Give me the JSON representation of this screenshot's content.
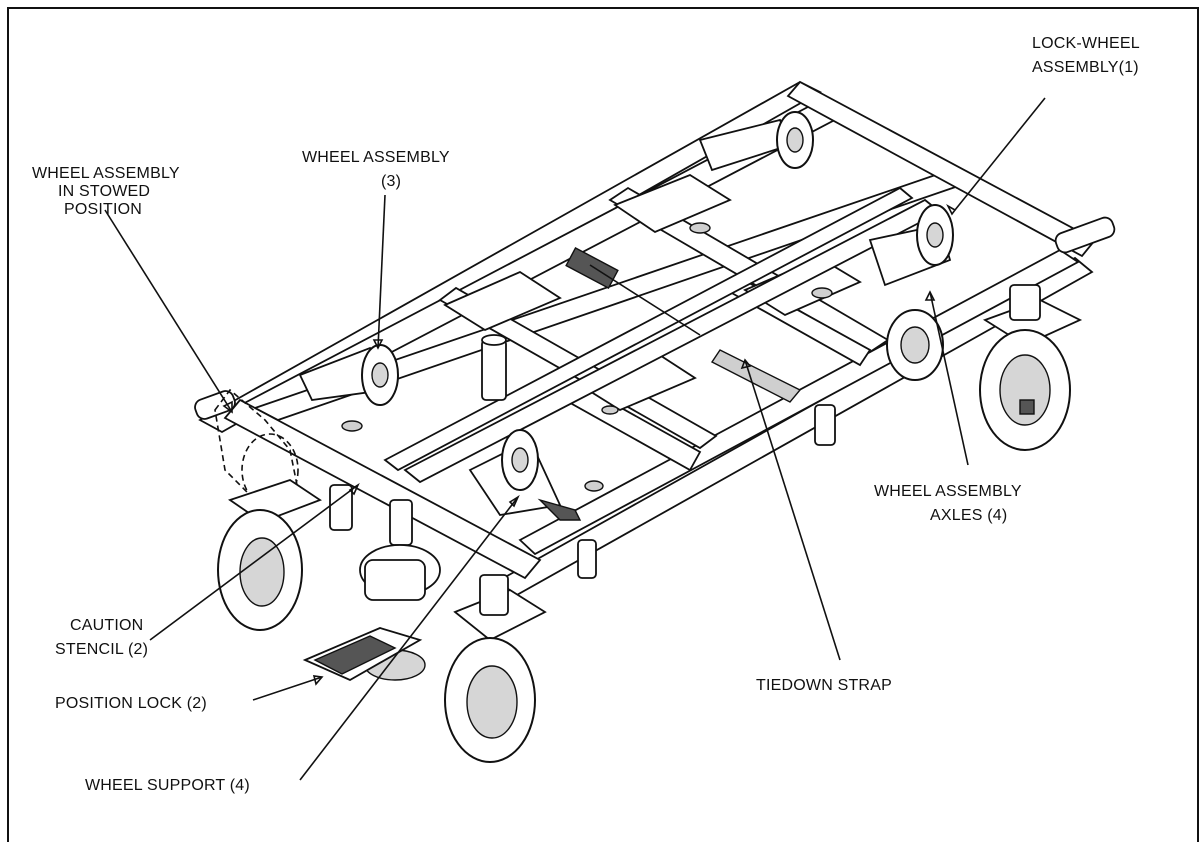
{
  "labels": {
    "lock_wheel_l1": "LOCK-WHEEL",
    "lock_wheel_l2": "ASSEMBLY(1)",
    "wheel_asm3_l1": "WHEEL ASSEMBLY",
    "wheel_asm3_l2": "(3)",
    "stowed_l1": "WHEEL ASSEMBLY",
    "stowed_l2": "IN STOWED",
    "stowed_l3": "POSITION",
    "axles_l1": "WHEEL ASSEMBLY",
    "axles_l2": "AXLES (4)",
    "caution_l1": "CAUTION",
    "caution_l2": "STENCIL (2)",
    "position_lock": "POSITION LOCK (2)",
    "tiedown": "TIEDOWN STRAP",
    "wheel_support": "WHEEL SUPPORT (4)"
  },
  "colors": {
    "ink": "#111111",
    "paper": "#ffffff",
    "shade": "#cfcfcf"
  }
}
